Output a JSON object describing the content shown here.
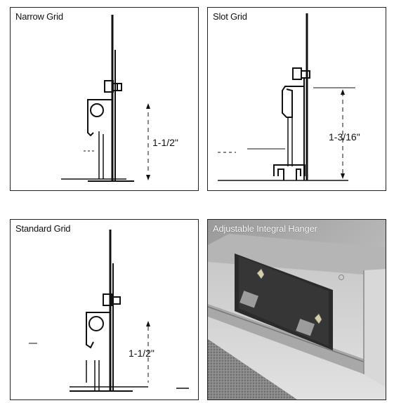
{
  "panels": [
    {
      "title": "Narrow Grid",
      "dimension": "1-1/2\""
    },
    {
      "title": "Slot Grid",
      "dimension": "1-3/16\""
    },
    {
      "title": "Standard Grid",
      "dimension": "1-1/2\""
    },
    {
      "title": "Adjustable Integral Hanger"
    }
  ]
}
